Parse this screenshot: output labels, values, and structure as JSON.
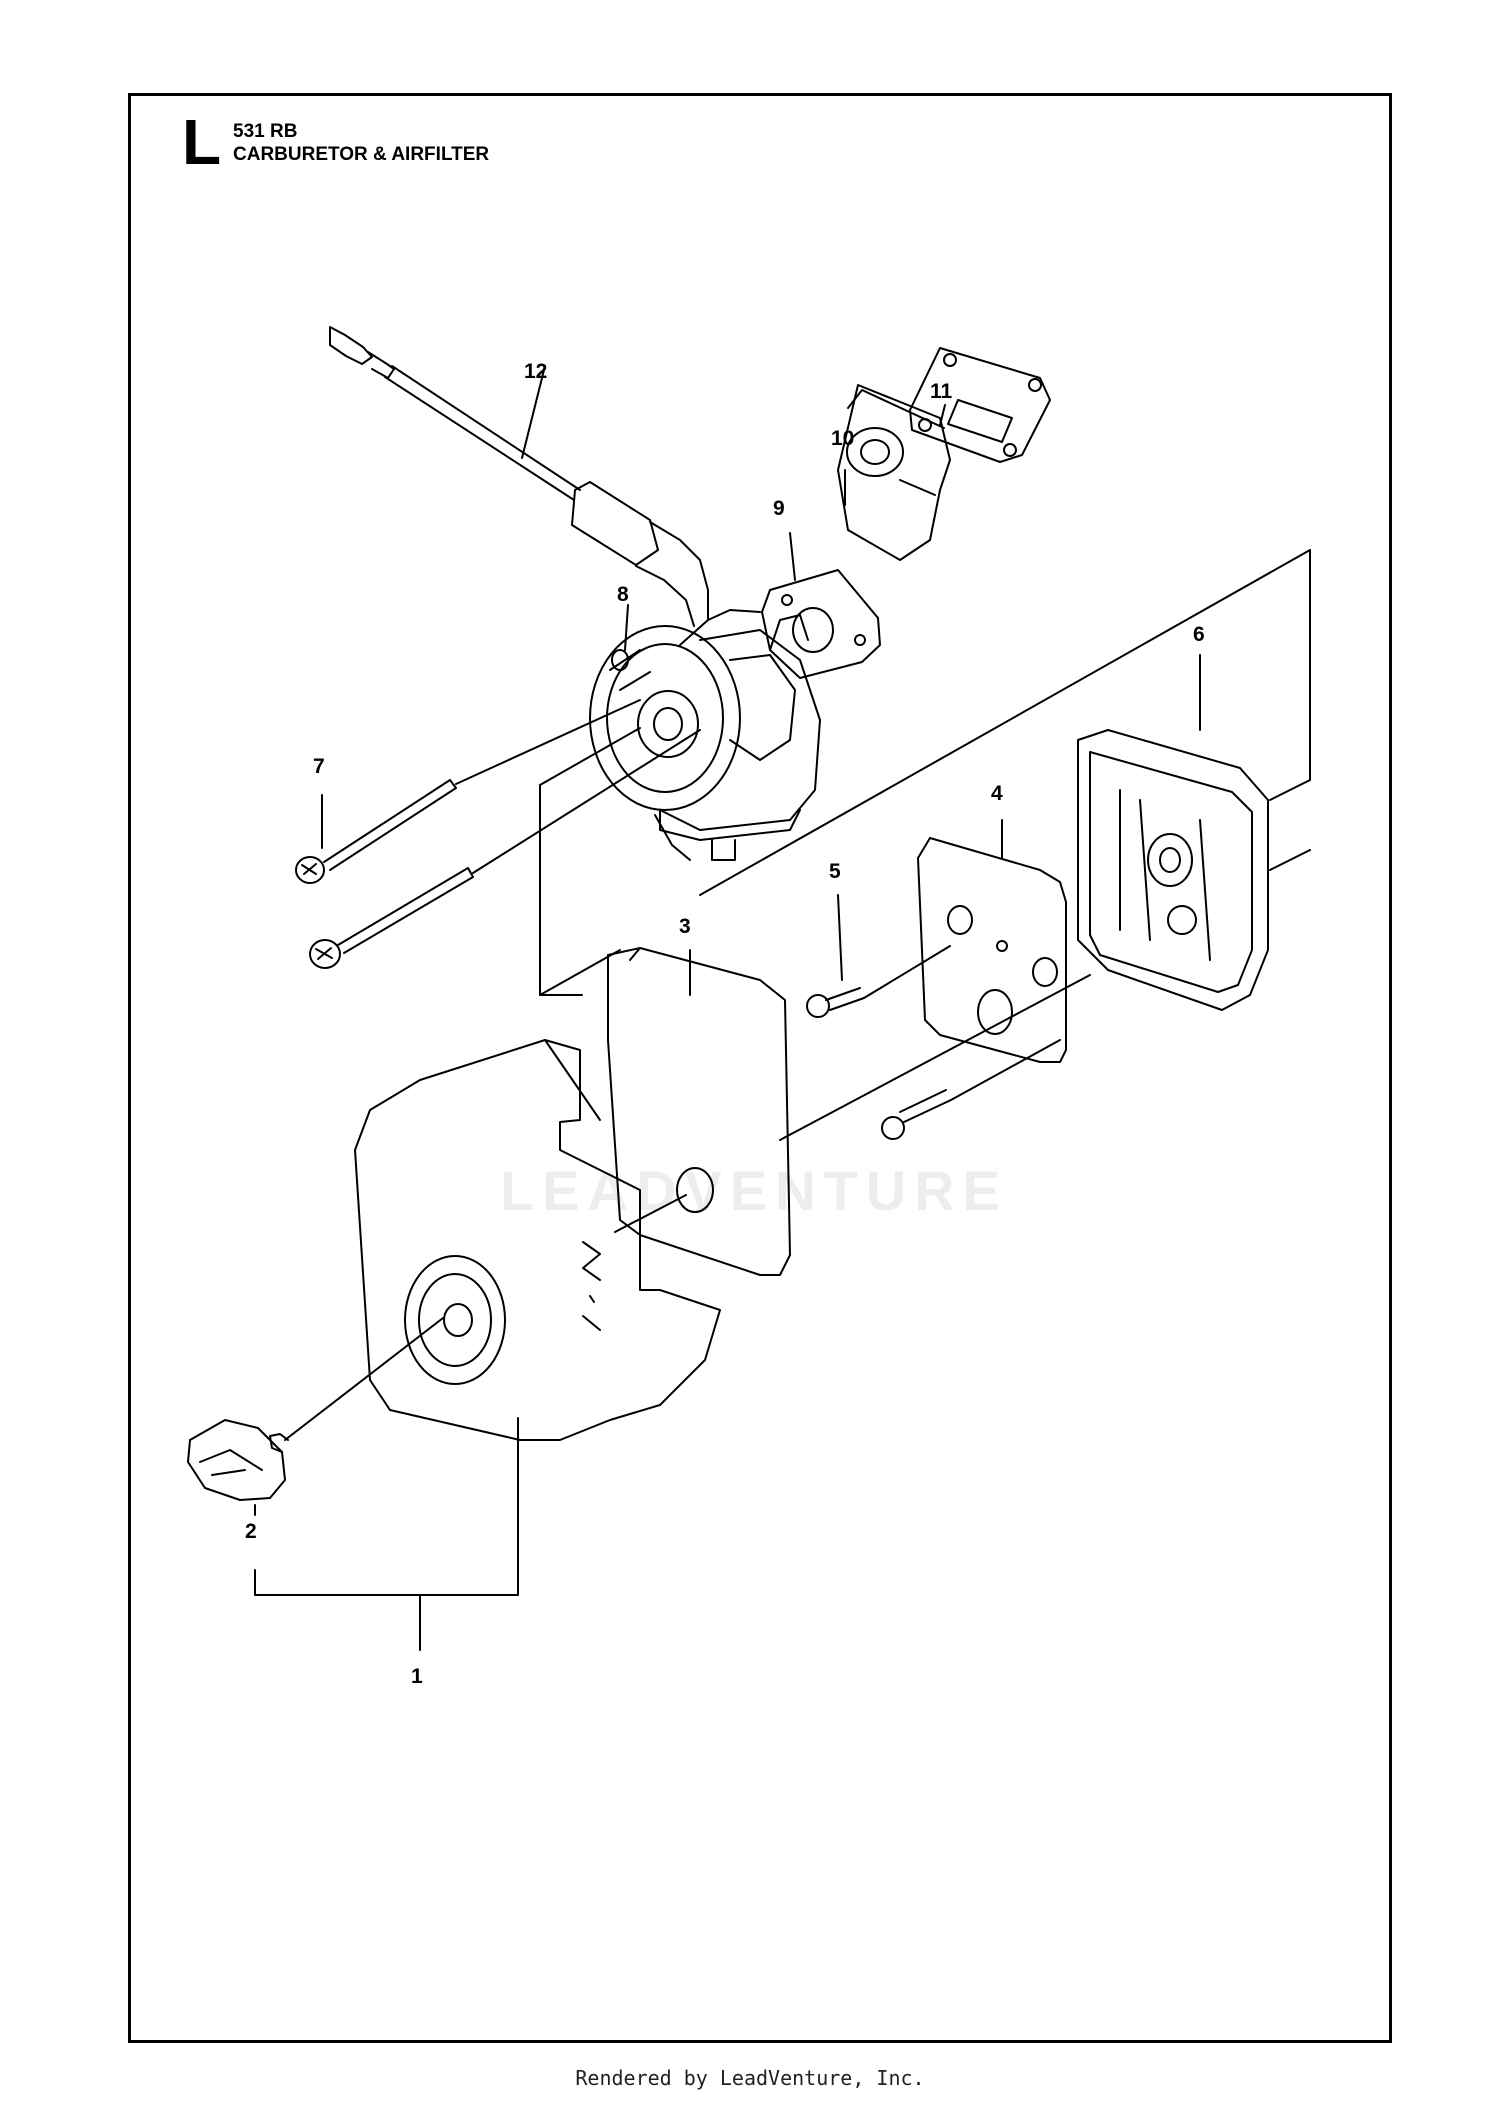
{
  "header": {
    "section_letter": "L",
    "model": "531 RB",
    "title": "CARBURETOR & AIRFILTER"
  },
  "callouts": [
    {
      "id": "1",
      "label": "1"
    },
    {
      "id": "2",
      "label": "2"
    },
    {
      "id": "3",
      "label": "3"
    },
    {
      "id": "4",
      "label": "4"
    },
    {
      "id": "5",
      "label": "5"
    },
    {
      "id": "6",
      "label": "6"
    },
    {
      "id": "7",
      "label": "7"
    },
    {
      "id": "8",
      "label": "8"
    },
    {
      "id": "9",
      "label": "9"
    },
    {
      "id": "10",
      "label": "10"
    },
    {
      "id": "11",
      "label": "11"
    },
    {
      "id": "12",
      "label": "12"
    }
  ],
  "watermark": "LEADVENTURE",
  "footer": "Rendered by LeadVenture, Inc."
}
